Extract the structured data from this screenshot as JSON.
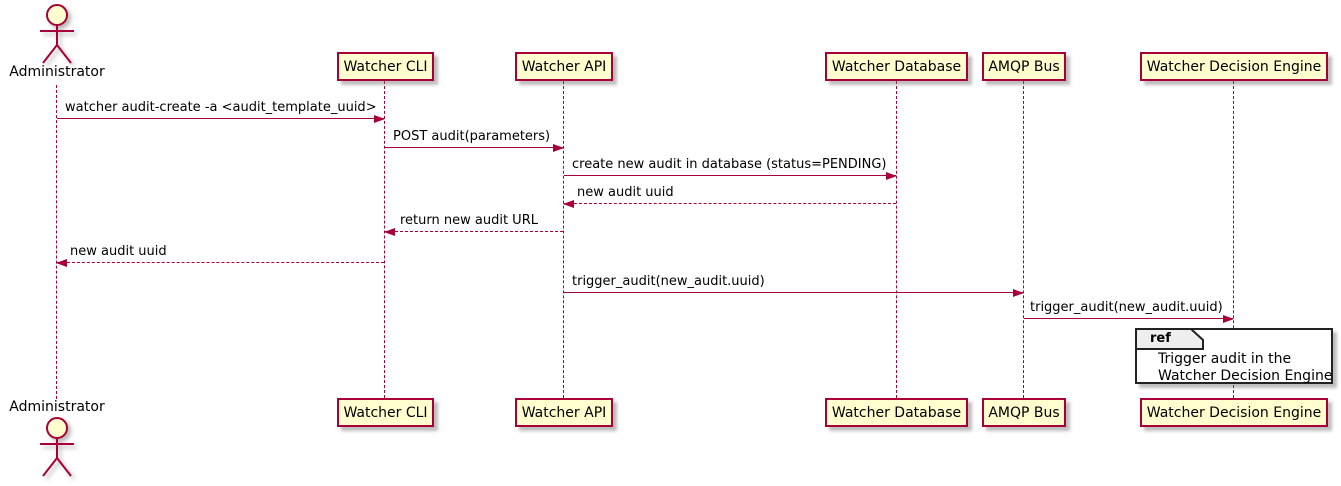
{
  "diagram_type": "sequence-diagram",
  "colors": {
    "participant_fill": "#FEFECE",
    "participant_border": "#A80036",
    "arrow": "#A80036",
    "lifeline": "#A80036",
    "text": "#000000",
    "ref_border": "#222222",
    "ref_fill": "#FFFFFF",
    "ref_header_fill": "#EEEEEE",
    "background": "#FFFFFF"
  },
  "actor": {
    "label": "Administrator",
    "type": "actor"
  },
  "participants": [
    {
      "label": "Watcher CLI"
    },
    {
      "label": "Watcher API"
    },
    {
      "label": "Watcher Database"
    },
    {
      "label": "AMQP Bus"
    },
    {
      "label": "Watcher Decision Engine"
    }
  ],
  "messages": [
    {
      "from": "Administrator",
      "to": "Watcher CLI",
      "label": "watcher audit-create -a <audit_template_uuid>",
      "line": "solid",
      "direction": "right"
    },
    {
      "from": "Watcher CLI",
      "to": "Watcher API",
      "label": "POST audit(parameters)",
      "line": "solid",
      "direction": "right"
    },
    {
      "from": "Watcher API",
      "to": "Watcher Database",
      "label": "create new audit in database (status=PENDING)",
      "line": "solid",
      "direction": "right"
    },
    {
      "from": "Watcher Database",
      "to": "Watcher API",
      "label": "new audit uuid",
      "line": "dashed",
      "direction": "left"
    },
    {
      "from": "Watcher API",
      "to": "Watcher CLI",
      "label": "return new audit URL",
      "line": "dashed",
      "direction": "left"
    },
    {
      "from": "Watcher CLI",
      "to": "Administrator",
      "label": "new audit uuid",
      "line": "dashed",
      "direction": "left"
    },
    {
      "from": "Watcher API",
      "to": "AMQP Bus",
      "label": "trigger_audit(new_audit.uuid)",
      "line": "solid",
      "direction": "right"
    },
    {
      "from": "AMQP Bus",
      "to": "Watcher Decision Engine",
      "label": "trigger_audit(new_audit.uuid)",
      "line": "solid",
      "direction": "right"
    }
  ],
  "ref": {
    "keyword": "ref",
    "line1": "Trigger audit in the",
    "line2": "Watcher Decision Engine"
  }
}
